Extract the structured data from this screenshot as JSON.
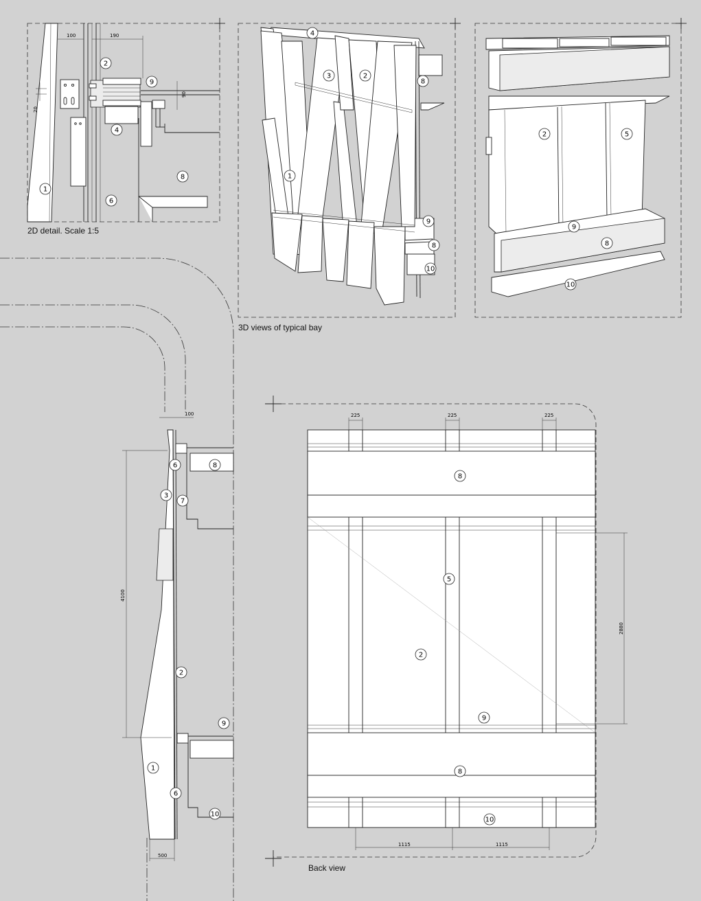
{
  "captions": {
    "detail_2d": "2D detail. Scale 1:5",
    "views_3d": "3D views of typical bay",
    "back_view": "Back view"
  },
  "detail_2d": {
    "dims": {
      "d100": "100",
      "d190": "190",
      "d90": "90",
      "d20": "20"
    },
    "tags": [
      "2",
      "9",
      "4",
      "8",
      "1",
      "6"
    ]
  },
  "view_3d_front": {
    "tags": [
      "4",
      "3",
      "2",
      "8",
      "1",
      "9",
      "8",
      "10"
    ]
  },
  "view_3d_back": {
    "tags": [
      "2",
      "5",
      "9",
      "8",
      "10"
    ]
  },
  "section": {
    "dims": {
      "d100": "100",
      "d4100": "4100",
      "d500": "500"
    },
    "tags": [
      "6",
      "8",
      "3",
      "7",
      "2",
      "9",
      "1",
      "6",
      "10"
    ]
  },
  "back_view": {
    "dims": {
      "d225a": "225",
      "d225b": "225",
      "d225c": "225",
      "d2880": "2880",
      "d1115a": "1115",
      "d1115b": "1115"
    },
    "tags": [
      "8",
      "5",
      "2",
      "9",
      "8",
      "10"
    ]
  }
}
